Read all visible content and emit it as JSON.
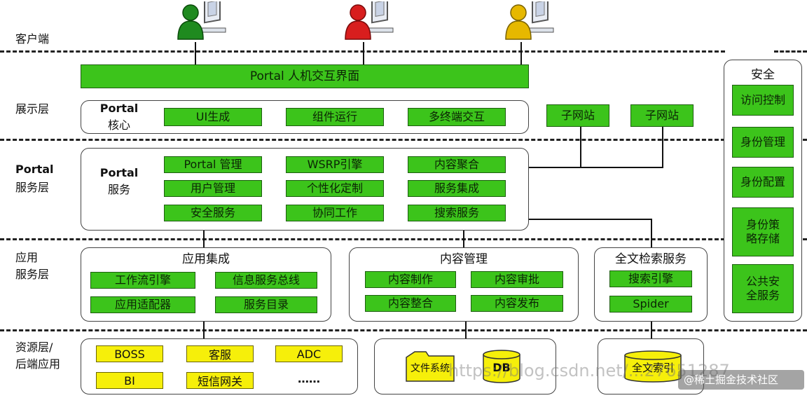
{
  "layers": {
    "client": "客户端",
    "presentation": "展示层",
    "portal_service_1": "Portal",
    "portal_service_2": "服务层",
    "application_1": "应用",
    "application_2": "服务层",
    "resource_1": "资源层/",
    "resource_2": "后端应用"
  },
  "users": [
    {
      "name": "user-green",
      "color": "#1f8a1f"
    },
    {
      "name": "user-red",
      "color": "#d81e1e"
    },
    {
      "name": "user-yellow",
      "color": "#e6b800"
    }
  ],
  "portal_ui": "Portal 人机交互界面",
  "portal_core": {
    "line1": "Portal",
    "line2": "核心",
    "items": [
      "UI生成",
      "组件运行",
      "多终端交互"
    ]
  },
  "subsites": [
    "子网站",
    "子网站"
  ],
  "portal_service": {
    "line1": "Portal",
    "line2": "服务",
    "items": [
      "Portal 管理",
      "WSRP引擎",
      "内容聚合",
      "用户管理",
      "个性化定制",
      "服务集成",
      "安全服务",
      "协同工作",
      "搜索服务"
    ]
  },
  "app_integration": {
    "title": "应用集成",
    "items": [
      "工作流引擎",
      "信息服务总线",
      "应用适配器",
      "服务目录"
    ]
  },
  "content_mgmt": {
    "title": "内容管理",
    "items": [
      "内容制作",
      "内容审批",
      "内容整合",
      "内容发布"
    ]
  },
  "search_service": {
    "title": "全文检索服务",
    "items": [
      "搜索引擎",
      "Spider"
    ]
  },
  "resources": {
    "group1": [
      "BOSS",
      "客服",
      "ADC",
      "BI",
      "短信网关",
      "……"
    ],
    "filesystem": "文件系统",
    "db": "DB",
    "index": "全文索引"
  },
  "security": {
    "title": "安全",
    "items": [
      "访问控制",
      "身份管理",
      "身份配置",
      "身份策略存储",
      "公共安全服务"
    ]
  },
  "watermarks": [
    "https://blog.csdn.net/...27651287",
    "@稀土掘金技术社区"
  ],
  "colors": {
    "green": "#3cc41b",
    "yellow": "#f6ef0a"
  }
}
